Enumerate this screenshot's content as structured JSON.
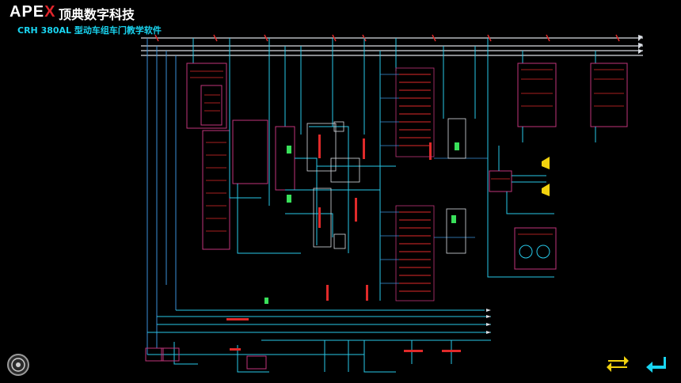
{
  "header": {
    "logo_text": "APEX",
    "brand": "顶典数字科技",
    "subtitle": "CRH 380AL 型动车组车门教学软件"
  },
  "icons": {
    "help": "help-circle-icon",
    "swap": "swap-arrows-icon",
    "back": "return-arrow-icon"
  },
  "colors": {
    "background": "#000000",
    "wire_cyan": "#27c8e8",
    "wire_blue": "#3a8fd8",
    "wire_white": "#d9dde3",
    "label_red": "#e02a2a",
    "box_magenta": "#c0357a",
    "highlight_green": "#39e05a",
    "button_yellow": "#f2d20e",
    "button_cyan": "#19d4f0"
  }
}
